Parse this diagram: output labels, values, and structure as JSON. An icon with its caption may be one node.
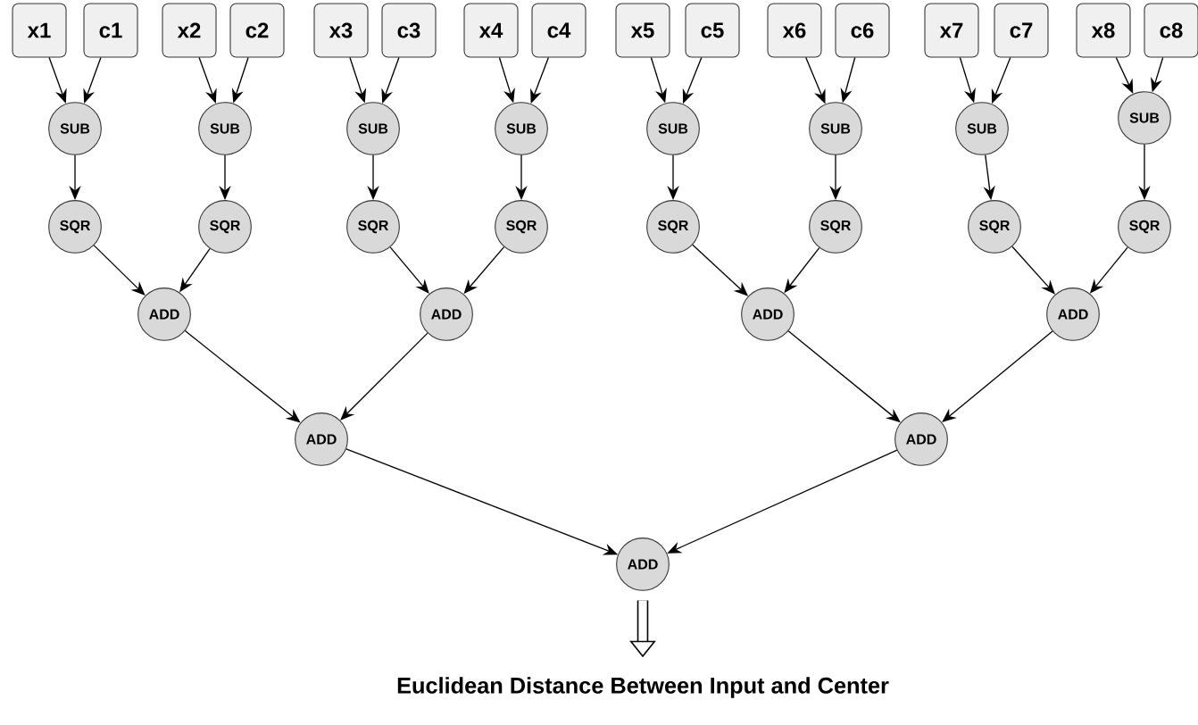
{
  "diagram": {
    "nodes": [
      {
        "text": [
          "x1"
        ]
      },
      {
        "text": [
          "c1"
        ]
      },
      {
        "text": [
          "x2"
        ]
      },
      {
        "text": [
          "c2"
        ]
      },
      {
        "text": [
          "x3"
        ]
      },
      {
        "text": [
          "c3"
        ]
      },
      {
        "text": [
          "x4"
        ]
      },
      {
        "text": [
          "c4"
        ]
      },
      {
        "text": [
          "x5"
        ]
      },
      {
        "text": [
          "c5"
        ]
      },
      {
        "text": [
          "x6"
        ]
      },
      {
        "text": [
          "c6"
        ]
      },
      {
        "text": [
          "x7"
        ]
      },
      {
        "text": [
          "c7"
        ]
      },
      {
        "text": [
          "x8"
        ]
      },
      {
        "text": [
          "c8"
        ]
      },
      {
        "text": [
          "SUB"
        ]
      },
      {
        "text": [
          "SUB"
        ]
      },
      {
        "text": [
          "SUB"
        ]
      },
      {
        "text": [
          "SUB"
        ]
      },
      {
        "text": [
          "SUB"
        ]
      },
      {
        "text": [
          "SUB"
        ]
      },
      {
        "text": [
          "SUB"
        ]
      },
      {
        "text": [
          "SUB"
        ]
      },
      {
        "text": [
          "SQR"
        ]
      },
      {
        "text": [
          "SQR"
        ]
      },
      {
        "text": [
          "SQR"
        ]
      },
      {
        "text": [
          "SQR"
        ]
      },
      {
        "text": [
          "SQR"
        ]
      },
      {
        "text": [
          "SQR"
        ]
      },
      {
        "text": [
          "SQR"
        ]
      },
      {
        "text": [
          "SQR"
        ]
      },
      {
        "text": [
          "ADD"
        ]
      },
      {
        "text": [
          "ADD"
        ]
      },
      {
        "text": [
          "ADD"
        ]
      },
      {
        "text": [
          "ADD"
        ]
      },
      {
        "text": [
          "ADD"
        ]
      },
      {
        "text": [
          "ADD"
        ]
      },
      {
        "text": [
          "ADD"
        ]
      },
      {
        "text": [
          "Euclidean Distance Between Input and Center"
        ]
      }
    ],
    "edges": [
      {
        "from": 0,
        "to": 16,
        "arrow": "to"
      },
      {
        "from": 1,
        "to": 16,
        "arrow": "to"
      },
      {
        "from": 2,
        "to": 17,
        "arrow": "to"
      },
      {
        "from": 3,
        "to": 17,
        "arrow": "to"
      },
      {
        "from": 4,
        "to": 18,
        "arrow": "to"
      },
      {
        "from": 5,
        "to": 18,
        "arrow": "to"
      },
      {
        "from": 6,
        "to": 19,
        "arrow": "to"
      },
      {
        "from": 7,
        "to": 19,
        "arrow": "to"
      },
      {
        "from": 8,
        "to": 20,
        "arrow": "to"
      },
      {
        "from": 9,
        "to": 20,
        "arrow": "to"
      },
      {
        "from": 10,
        "to": 21,
        "arrow": "to"
      },
      {
        "from": 11,
        "to": 21,
        "arrow": "to"
      },
      {
        "from": 12,
        "to": 22,
        "arrow": "to"
      },
      {
        "from": 13,
        "to": 22,
        "arrow": "to"
      },
      {
        "from": 14,
        "to": 23,
        "arrow": "to"
      },
      {
        "from": 15,
        "to": 23,
        "arrow": "to"
      },
      {
        "from": 16,
        "to": 24,
        "arrow": "to"
      },
      {
        "from": 17,
        "to": 25,
        "arrow": "to"
      },
      {
        "from": 18,
        "to": 26,
        "arrow": "to"
      },
      {
        "from": 19,
        "to": 27,
        "arrow": "to"
      },
      {
        "from": 20,
        "to": 28,
        "arrow": "to"
      },
      {
        "from": 21,
        "to": 29,
        "arrow": "to"
      },
      {
        "from": 22,
        "to": 30,
        "arrow": "to"
      },
      {
        "from": 23,
        "to": 31,
        "arrow": "to"
      },
      {
        "from": 24,
        "to": 32,
        "arrow": "to"
      },
      {
        "from": 25,
        "to": 32,
        "arrow": "to"
      },
      {
        "from": 26,
        "to": 33,
        "arrow": "to"
      },
      {
        "from": 27,
        "to": 33,
        "arrow": "to"
      },
      {
        "from": 28,
        "to": 34,
        "arrow": "to"
      },
      {
        "from": 29,
        "to": 34,
        "arrow": "to"
      },
      {
        "from": 30,
        "to": 35,
        "arrow": "to"
      },
      {
        "from": 31,
        "to": 35,
        "arrow": "to"
      },
      {
        "from": 32,
        "to": 36,
        "arrow": "to"
      },
      {
        "from": 33,
        "to": 36,
        "arrow": "to"
      },
      {
        "from": 34,
        "to": 37,
        "arrow": "to"
      },
      {
        "from": 35,
        "to": 37,
        "arrow": "to"
      },
      {
        "from": 36,
        "to": 38,
        "arrow": "to"
      },
      {
        "from": 37,
        "to": 38,
        "arrow": "to"
      },
      {
        "from": 38,
        "to": 39,
        "arrow": "to",
        "style": "thick"
      }
    ]
  }
}
